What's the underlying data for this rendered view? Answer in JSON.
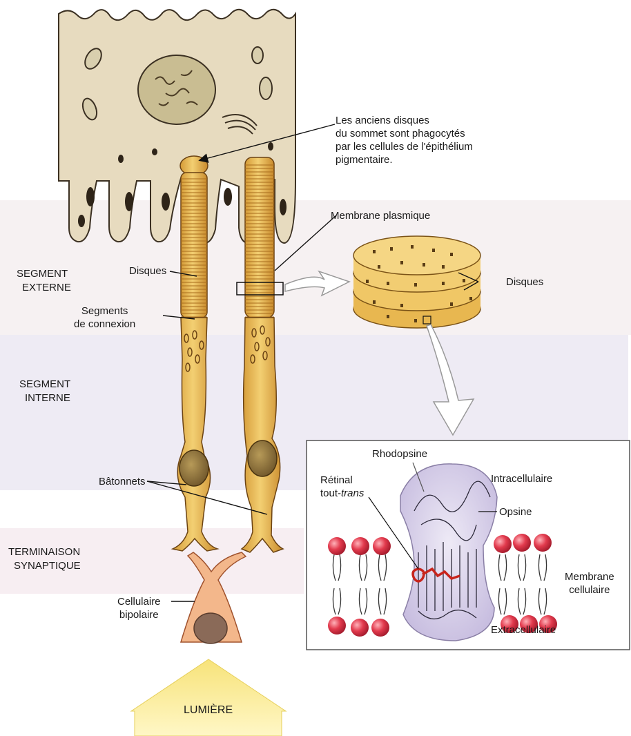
{
  "regions": {
    "segment_externe": [
      "SEGMENT",
      "EXTERNE"
    ],
    "segment_interne": [
      "SEGMENT",
      "INTERNE"
    ],
    "terminaison_synaptique": [
      "TERMINAISON",
      "SYNAPTIQUE"
    ]
  },
  "labels": {
    "phagocytes": [
      "Les anciens disques",
      "du sommet sont phagocytés",
      "par les cellules de l'épithélium",
      "pigmentaire."
    ],
    "membrane_plasmique": "Membrane plasmique",
    "disques_rod": "Disques",
    "segments_connexion": [
      "Segments",
      "de connexion"
    ],
    "disques_stack": "Disques",
    "batonnets": "Bâtonnets",
    "cellulaire_bipolaire": [
      "Cellulaire",
      "bipolaire"
    ],
    "lumiere": "LUMIÈRE"
  },
  "inset": {
    "rhodopsine": "Rhodopsine",
    "retinal": [
      "Rétinal",
      "tout-",
      "trans"
    ],
    "intracellulaire": "Intracellulaire",
    "opsine": "Opsine",
    "membrane_cellulaire": [
      "Membrane",
      "cellulaire"
    ],
    "extracellulaire": "Extracellulaire"
  },
  "colors": {
    "epithelium": "#e9dcbf",
    "rod": "#e9b84e",
    "rod_stripe": "#b47a22",
    "bipolar": "#f2b58a",
    "lipid_head": "#e0344a",
    "protein": "#d9d0ea",
    "retinal": "#c8241c",
    "light_arrow": "#f6e27a"
  }
}
